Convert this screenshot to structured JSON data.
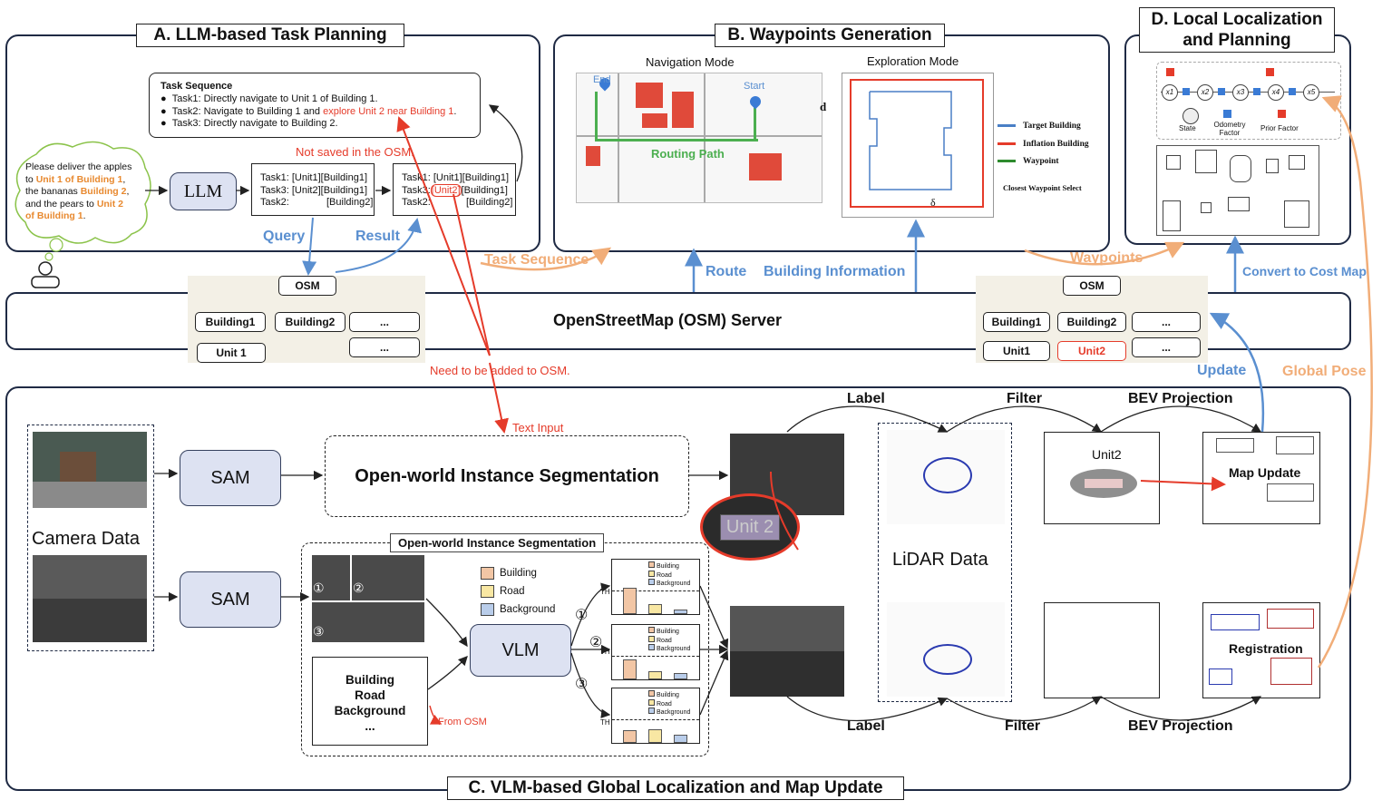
{
  "panels": {
    "a_title": "A. LLM-based Task Planning",
    "b_title": "B. Waypoints Generation",
    "c_title": "C. VLM-based Global Localization and Map Update",
    "d_title_line1": "D. Local Localization",
    "d_title_line2": "and Planning"
  },
  "task_sequence": {
    "heading": "Task Sequence",
    "items": [
      {
        "text": "Task1: Directly navigate to Unit 1 of Building 1."
      },
      {
        "pre": "Task2: Navigate to Building 1 and ",
        "highlight": "explore Unit 2 near Building 1",
        "post": "."
      },
      {
        "text": "Task3: Directly navigate to Building 2."
      }
    ]
  },
  "speech": {
    "l1": "Please deliver the apples",
    "l2_pre": "to ",
    "l2_hl": "Unit 1 of Building 1",
    "l2_post": ",",
    "l3_pre": "the bananas ",
    "l3_hl": "Building 2",
    "l3_post": ",",
    "l4_pre": "and the pears to ",
    "l4_hl": "Unit 2",
    "l5_hl": "of Building 1",
    "l5_post": "."
  },
  "llm_label": "LLM",
  "tasks_left": [
    {
      "a": "Task1: [Unit1][Building1]"
    },
    {
      "a": "Task3: [Unit2][Building1]"
    },
    {
      "a": "Task2:",
      "b": "[Building2]"
    }
  ],
  "tasks_right": [
    {
      "a": "Task1: [Unit1][Building1]"
    },
    {
      "a": "Task3:",
      "hl": "[Unit2]",
      "b": "[Building1]"
    },
    {
      "a": "Task2:",
      "b": "[Building2]"
    }
  ],
  "labels": {
    "not_saved": "Not saved in the OSM.",
    "query": "Query",
    "result": "Result",
    "task_sequence": "Task Sequence",
    "route": "Route",
    "building_info": "Building Information",
    "waypoints": "Waypoints",
    "convert_cost_map": "Convert to Cost Map",
    "osm_server": "OpenStreetMap (OSM) Server",
    "need_added": "Need to be added to OSM.",
    "update": "Update",
    "global_pose": "Global Pose",
    "text_input": "Text Input",
    "label": "Label",
    "filter": "Filter",
    "bev_projection": "BEV Projection",
    "from_osm": "From OSM"
  },
  "nav": {
    "title": "Navigation Mode",
    "end": "End",
    "start": "Start",
    "routing": "Routing Path"
  },
  "explore": {
    "title": "Exploration Mode",
    "d": "d",
    "delta": "δ",
    "legend": [
      "Target Building",
      "Inflation Building",
      "Waypoint"
    ],
    "closest": "Closest Waypoint Select",
    "legend_colors": [
      "#4a7fc6",
      "#e53b2a",
      "#2e8b2e"
    ]
  },
  "osm_left": {
    "root": "OSM",
    "b1": "Building1",
    "b2": "Building2",
    "more": "...",
    "u1": "Unit 1",
    "more2": "..."
  },
  "osm_right": {
    "root": "OSM",
    "b1": "Building1",
    "b2": "Building2",
    "more": "...",
    "u1": "Unit1",
    "u2": "Unit2",
    "more2": "..."
  },
  "factor": {
    "state": "State",
    "odom": "Odometry Factor",
    "prior": "Prior Factor",
    "x": [
      "x1",
      "x2",
      "x3",
      "x4",
      "x5"
    ]
  },
  "c": {
    "camera_data": "Camera Data",
    "sam": "SAM",
    "oseg": "Open-world Instance Segmentation",
    "oseg_small": "Open-world Instance Segmentation",
    "unit2_zoom": "Unit 2",
    "vlm": "VLM",
    "classes": [
      "Building",
      "Road",
      "Background"
    ],
    "class_colors": [
      "#f2c6a5",
      "#f8e7a3",
      "#b9cdea"
    ],
    "prompt_lines": [
      "Building",
      "Road",
      "Background",
      "..."
    ],
    "circled": [
      "①",
      "②",
      "③"
    ],
    "th": "TH",
    "lidar": "LiDAR Data",
    "unit2": "Unit2",
    "map_update": "Map Update",
    "registration": "Registration"
  },
  "chart_data": [
    {
      "type": "bar",
      "categories": [
        "Building",
        "Road",
        "Background"
      ],
      "values": [
        0.8,
        0.25,
        0.1
      ]
    },
    {
      "type": "bar",
      "categories": [
        "Building",
        "Road",
        "Background"
      ],
      "values": [
        0.6,
        0.2,
        0.15
      ]
    },
    {
      "type": "bar",
      "categories": [
        "Building",
        "Road",
        "Background"
      ],
      "values": [
        0.35,
        0.38,
        0.2
      ]
    }
  ]
}
